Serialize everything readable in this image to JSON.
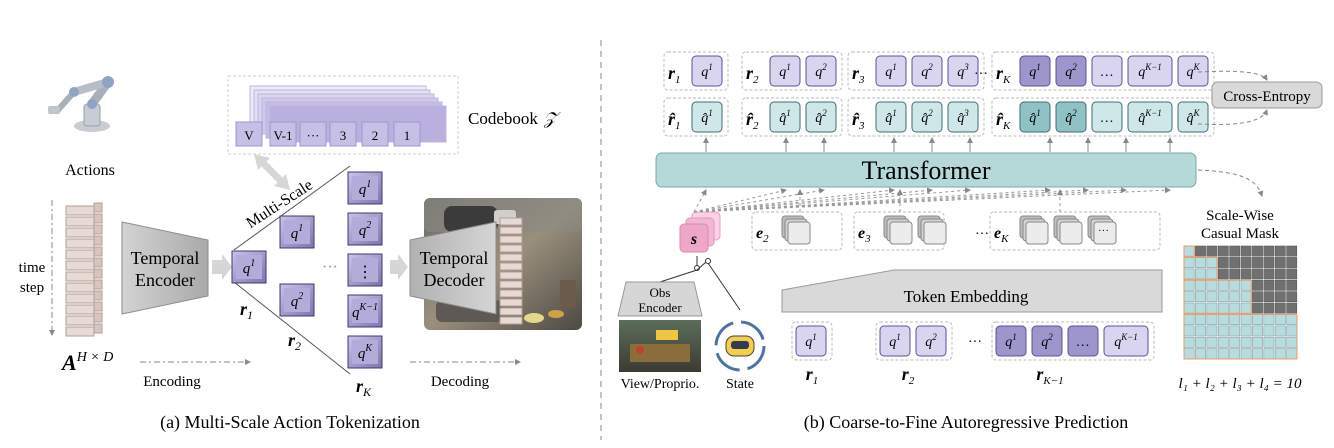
{
  "left": {
    "actions_label": "Actions",
    "time_step_label": [
      "time",
      "step"
    ],
    "action_matrix": {
      "sym": "A",
      "sup": "H × D"
    },
    "encoder_label": [
      "Temporal",
      "Encoder"
    ],
    "decoder_label": [
      "Temporal",
      "Decoder"
    ],
    "multi_scale_label": "Multi-Scale",
    "codebook": {
      "label": "Codebook",
      "sym": "𝒵",
      "entries": [
        "V",
        "V-1",
        "···",
        "3",
        "2",
        "1"
      ]
    },
    "r1_label": "r",
    "r1_sub": "1",
    "r2_label": "r",
    "r2_sub": "2",
    "rk_label": "r",
    "rk_sub": "K",
    "q_tokens": {
      "q1": "q",
      "sup1": "1",
      "sup2": "2",
      "supK": "K",
      "supKm1": "K−1",
      "vdots": "⋮",
      "hdots": "···"
    },
    "encoding_label": "Encoding",
    "decoding_label": "Decoding",
    "caption": "(a) Multi-Scale Action Tokenization"
  },
  "right": {
    "target_rows": [
      {
        "r": "r",
        "sub": "1",
        "tokens": [
          "1"
        ]
      },
      {
        "r": "r",
        "sub": "2",
        "tokens": [
          "1",
          "2"
        ]
      },
      {
        "r": "r",
        "sub": "3",
        "tokens": [
          "1",
          "2",
          "3"
        ]
      },
      {
        "r": "r",
        "sub": "K",
        "tokens": [
          "1",
          "2",
          "…",
          "K−1",
          "K"
        ]
      }
    ],
    "cross_entropy_label": "Cross-Entropy",
    "transformer_label": "Transformer",
    "s_label": "s",
    "e_labels": [
      {
        "e": "e",
        "sub": "2"
      },
      {
        "e": "e",
        "sub": "3"
      },
      {
        "e": "e",
        "sub": "K"
      }
    ],
    "obs_encoder_label": [
      "Obs",
      "Encoder"
    ],
    "view_label": "View/Proprio.",
    "state_label": "State",
    "token_embedding_label": "Token Embedding",
    "bottom_groups": [
      {
        "r": "r",
        "sub": "1"
      },
      {
        "r": "r",
        "sub": "2"
      },
      {
        "r": "r",
        "sub": "K−1"
      }
    ],
    "mask_title": [
      "Scale-Wise",
      "Casual Mask"
    ],
    "mask_equation": "l₁ + l₂ + l₃ + l₄ = 10",
    "mask_scales": [
      1,
      2,
      3,
      4
    ],
    "caption": "(b) Coarse-to-Fine Autoregressive Prediction"
  },
  "colors": {
    "purple_fill": "#d9d4f0",
    "purple_dark": "#9b94c8",
    "teal": "#b7dcdf",
    "teal_dark": "#8fc1c5",
    "transformer": "#b5d8d8",
    "pink": "#f4b6d2",
    "grey_box": "#d9d9d9"
  }
}
